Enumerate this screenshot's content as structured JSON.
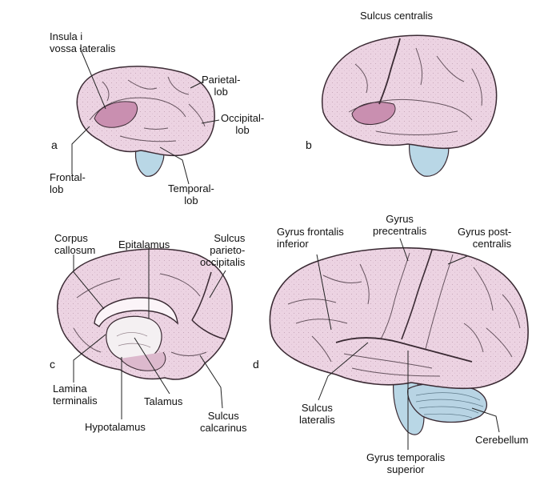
{
  "panels": {
    "a": {
      "letter": "a",
      "labels": {
        "insula": [
          "Insula i",
          "vossa lateralis"
        ],
        "parietal": [
          "Parietal-",
          "lob"
        ],
        "occipital": [
          "Occipital-",
          "lob"
        ],
        "frontal": [
          "Frontal-",
          "lob"
        ],
        "temporal": [
          "Temporal-",
          "lob"
        ]
      }
    },
    "b": {
      "letter": "b",
      "labels": {
        "sulcus_centralis": "Sulcus centralis"
      }
    },
    "c": {
      "letter": "c",
      "labels": {
        "corpus_callosum": [
          "Corpus",
          "callosum"
        ],
        "epitalamus": "Epitalamus",
        "sulcus_parieto": [
          "Sulcus",
          "parieto-",
          "occipitalis"
        ],
        "lamina": [
          "Lamina",
          "terminalis"
        ],
        "talamus": "Talamus",
        "hypotalamus": "Hypotalamus",
        "sulcus_calcarinus": [
          "Sulcus",
          "calcarinus"
        ]
      }
    },
    "d": {
      "letter": "d",
      "labels": {
        "gyrus_frontalis": [
          "Gyrus frontalis",
          "inferior"
        ],
        "gyrus_pre": [
          "Gyrus",
          "precentralis"
        ],
        "gyrus_post": [
          "Gyrus post-",
          "centralis"
        ],
        "sulcus_lateralis": [
          "Sulcus",
          "lateralis"
        ],
        "gyrus_temporalis": [
          "Gyrus temporalis",
          "superior"
        ],
        "cerebellum": "Cerebellum"
      }
    }
  },
  "colors": {
    "cortex": "#ecd3e2",
    "cortex_dark": "#d7aec7",
    "insula": "#c98fb0",
    "brainstem": "#b9d7e6",
    "outline": "#3a2a33",
    "line": "#222222"
  }
}
